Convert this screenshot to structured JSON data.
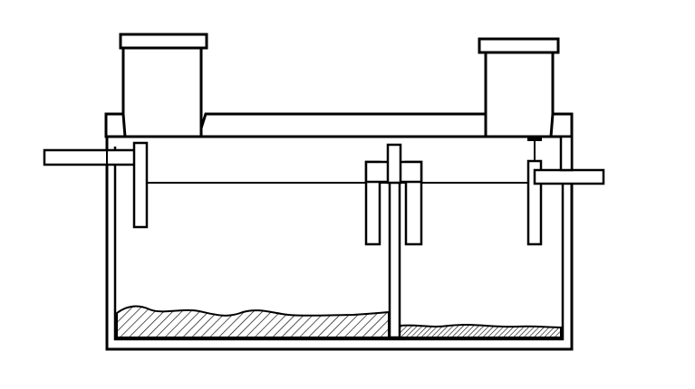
{
  "diagram": {
    "subject": "septic-tank-cross-section",
    "components": [
      "inlet-pipe",
      "inlet-baffle-tee",
      "access-riser-left",
      "access-riser-right",
      "tank-lid",
      "partition-wall",
      "transfer-tee",
      "outlet-baffle-tee",
      "outlet-pipe",
      "effluent-filter-handle",
      "liquid-level-line",
      "sludge-layer-primary",
      "sludge-layer-secondary"
    ],
    "colors": {
      "stroke": "#000000",
      "fill": "#ffffff"
    }
  }
}
